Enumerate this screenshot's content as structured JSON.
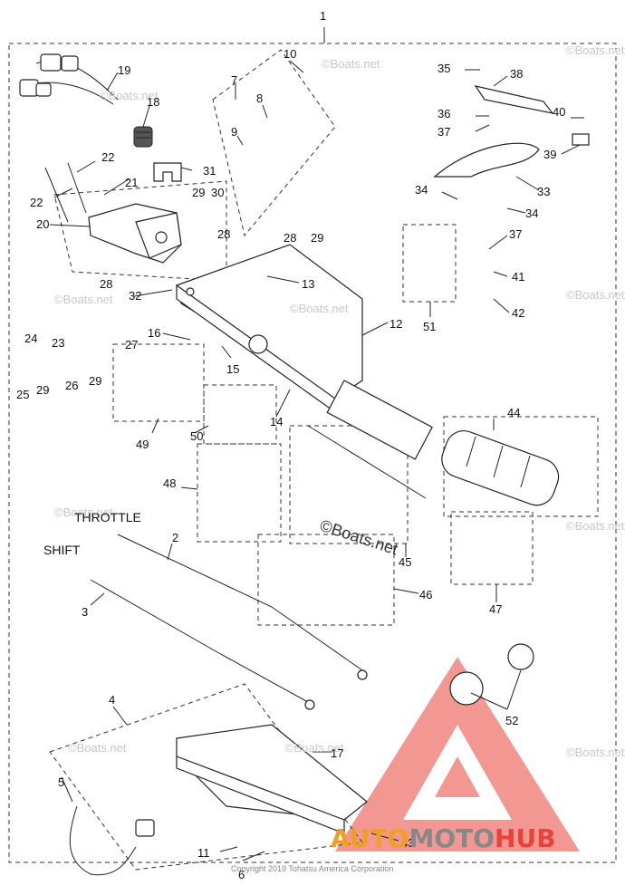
{
  "labels": {
    "1": "1",
    "2": "2",
    "3": "3",
    "4": "4",
    "5": "5",
    "6": "6",
    "7": "7",
    "8": "8",
    "9": "9",
    "10": "10",
    "11": "11",
    "12": "12",
    "13": "13",
    "14": "14",
    "15": "15",
    "16": "16",
    "17": "17",
    "18": "18",
    "19": "19",
    "20": "20",
    "21": "21",
    "22a": "22",
    "22b": "22",
    "23": "23",
    "24": "24",
    "25": "25",
    "26": "26",
    "27": "27",
    "28a": "28",
    "28b": "28",
    "28c": "28",
    "29a": "29",
    "29b": "29",
    "29c": "29",
    "29d": "29",
    "30": "30",
    "31": "31",
    "32": "32",
    "33": "33",
    "34a": "34",
    "34b": "34",
    "35": "35",
    "36": "36",
    "37a": "37",
    "37b": "37",
    "38": "38",
    "39": "39",
    "40": "40",
    "41": "41",
    "42": "42",
    "43": "43",
    "44": "44",
    "45": "45",
    "46": "46",
    "47": "47",
    "48": "48",
    "49": "49",
    "50": "50",
    "51": "51",
    "52": "52"
  },
  "captions": {
    "throttle": "THROTTLE",
    "shift": "SHIFT"
  },
  "watermark": {
    "site": "©Boats.net"
  },
  "copyright": "Copyright 2019 Tohatsu America Corporation",
  "logo": {
    "part1": "AUTO",
    "part2": "MOTO",
    "part3": "HUB"
  },
  "colors": {
    "logo_red": "#e8433a",
    "logo_gold": "#f0a020",
    "logo_gray": "#888888"
  }
}
